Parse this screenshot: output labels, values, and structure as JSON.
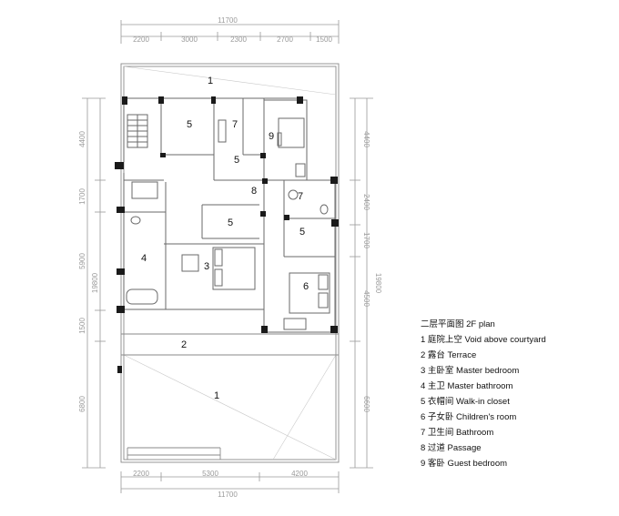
{
  "dimensions": {
    "top_total": "11700",
    "top_segments": [
      "2200",
      "3000",
      "2300",
      "2700",
      "1500"
    ],
    "bottom_segments": [
      "2200",
      "5300",
      "4200"
    ],
    "bottom_total": "11700",
    "left_segments": [
      "4400",
      "1700",
      "5900",
      "1500",
      "6800"
    ],
    "left_total": "19800",
    "right_segments": [
      "4400",
      "2400",
      "1700",
      "4500",
      "6600"
    ],
    "right_total": "19800"
  },
  "room_numbers": {
    "void_top": "1",
    "walkin_upper_left": "5",
    "bath_upper": "7",
    "guest": "9",
    "walkin_upper_mid": "5",
    "passage": "8",
    "walkin_master": "5",
    "bath_right": "7",
    "walkin_right": "5",
    "master_bath": "4",
    "master_bed": "3",
    "children": "6",
    "terrace": "2",
    "void_bottom": "1"
  },
  "legend": {
    "title": "二层平面图 2F plan",
    "items": [
      "1 庭院上空 Void above courtyard",
      "2 露台 Terrace",
      "3 主卧室 Master bedroom",
      "4 主卫 Master bathroom",
      "5 衣帽间 Walk-in closet",
      "6 子女卧 Children's room",
      "7 卫生间 Bathroom",
      "8 过道 Passage",
      "9 客卧 Guest bedroom"
    ]
  }
}
